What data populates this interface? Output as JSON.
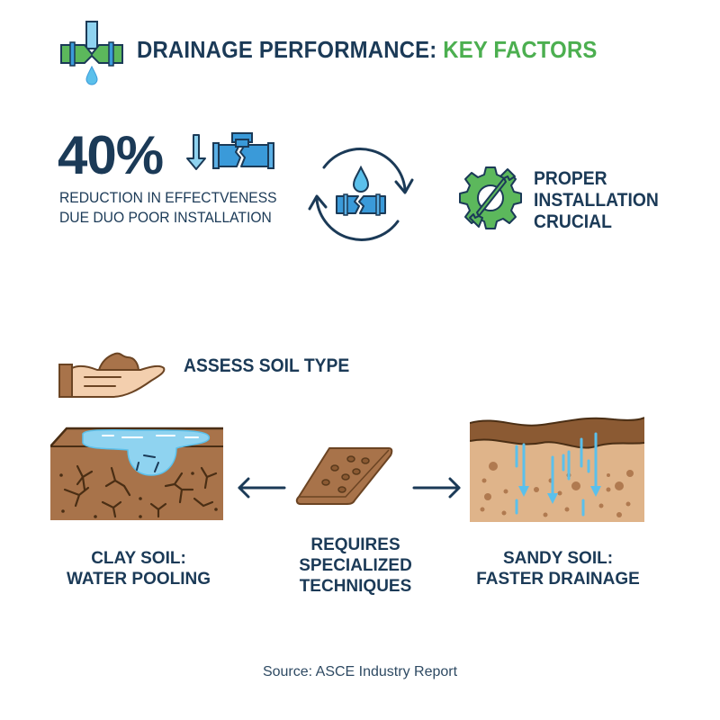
{
  "header": {
    "title_main": "DRAINAGE PERFORMANCE:",
    "title_accent": "KEY FACTORS",
    "icon": "pipe-leak-icon"
  },
  "colors": {
    "navy": "#1b3a57",
    "green": "#4caf50",
    "water_blue": "#5bc0eb",
    "pipe_blue": "#3a9ad9",
    "soil_brown": "#a8734a",
    "sand": "#dfb48a"
  },
  "stat": {
    "value": "40%",
    "desc_line1": "REDUCTION IN EFFECTVENESS",
    "desc_line2": "DUE DUO POOR INSTALLATION",
    "icons": [
      "down-arrow-icon",
      "broken-pipe-icon"
    ]
  },
  "cycle": {
    "icon": "cycle-broken-pipe-water-icon"
  },
  "installation": {
    "line1": "PROPER",
    "line2": "INSTALLATION",
    "line3": "CRUCIAL",
    "icon": "gear-wrench-icon"
  },
  "soil": {
    "assess_label": "ASSESS SOIL TYPE",
    "assess_icon": "hand-soil-icon",
    "clay": {
      "line1": "CLAY SOIL:",
      "line2": "WATER POOLING",
      "icon": "clay-soil-pooling-icon"
    },
    "middle": {
      "line1": "REQUIRES",
      "line2": "SPECIALIZED",
      "line3": "TECHNIQUES",
      "icon": "soil-sample-tile-icon"
    },
    "sandy": {
      "line1": "SANDY SOIL:",
      "line2": "FASTER DRAINAGE",
      "icon": "sandy-soil-drainage-icon"
    }
  },
  "footer": {
    "source": "Source: ASCE Industry Report"
  }
}
